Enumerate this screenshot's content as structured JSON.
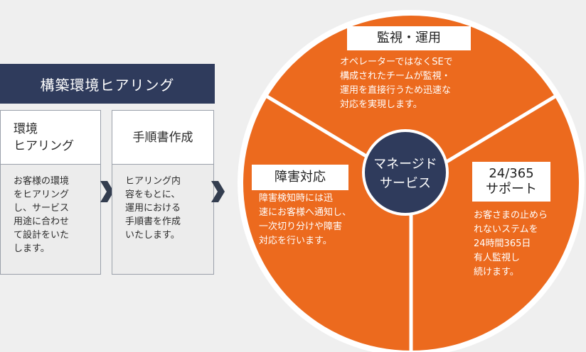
{
  "hearing": {
    "header": "構築環境ヒアリング",
    "cards": [
      {
        "title": "環境\nヒアリング",
        "body": "お客様の環境\nをヒアリング\nし、サービス\n用途に合わせ\nて設計をいた\nします。"
      },
      {
        "title": "手順書作成",
        "body": "ヒアリング内\n容をもとに、\n運用における\n手順書を作成\nいたします。"
      }
    ]
  },
  "services": {
    "center": "マネージド\nサービス",
    "segments": [
      {
        "title": "監視・運用",
        "desc": "オペレーターではなくSEで\n構成されたチームが監視・\n運用を直接行うため迅速な\n対応を実現します。"
      },
      {
        "title": "障害対応",
        "desc": "障害検知時には迅\n速にお客様へ通知し、\n一次切り分けや障害\n対応を行います。"
      },
      {
        "title": "24/365\nサポート",
        "desc": "お客さまの止めら\nれないステムを\n24時間365日\n有人監視し\n続けます。"
      }
    ]
  },
  "colors": {
    "navy": "#2f3b5c",
    "orange": "#ec6a1e",
    "background": "#efefef"
  },
  "icons": [
    "chevron-right-icon",
    "chevron-right-icon"
  ]
}
